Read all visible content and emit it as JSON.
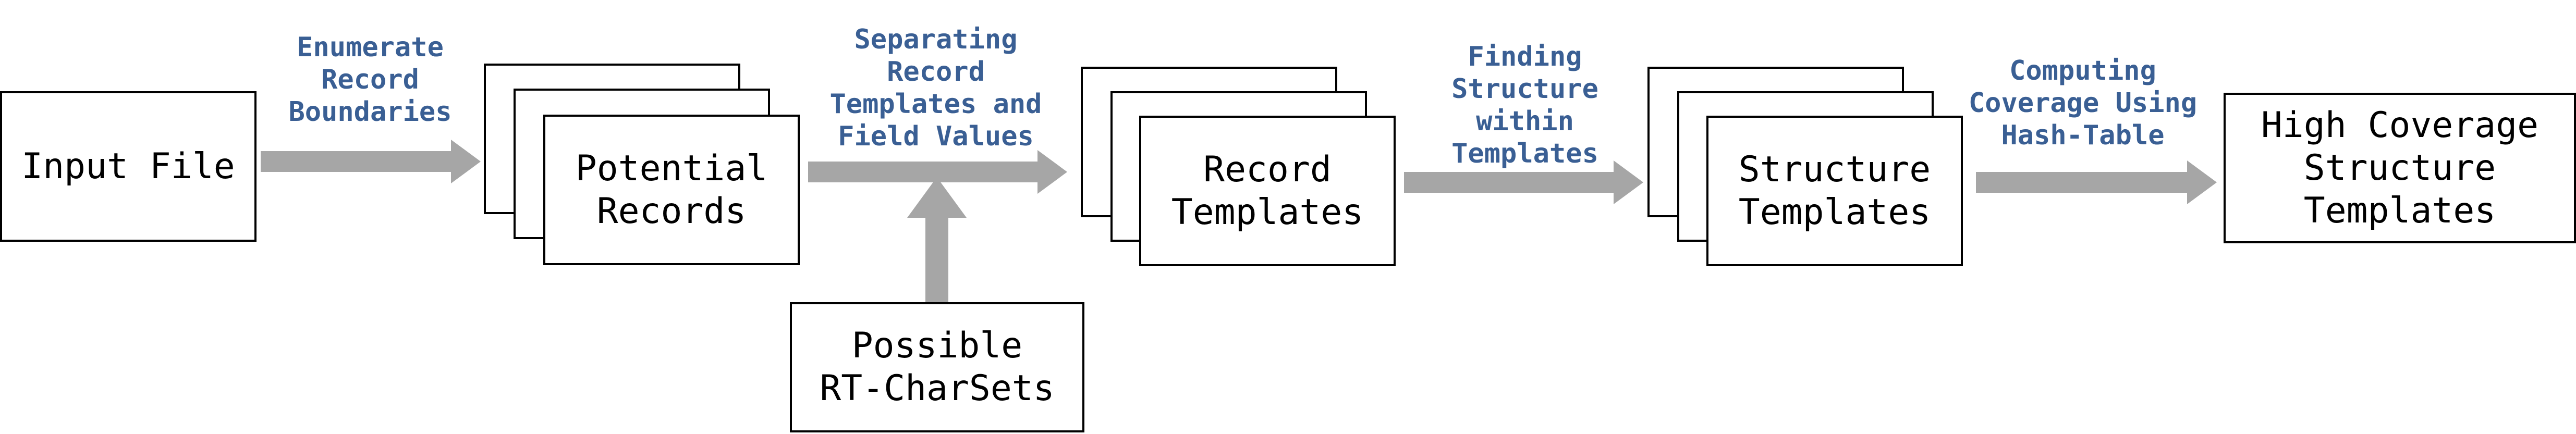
{
  "colors": {
    "arrow": "#a6a6a6",
    "edge_label": "#3a5f94",
    "box_border": "#000000"
  },
  "nodes": {
    "input_file": [
      "Input File"
    ],
    "potential_records": [
      "Potential",
      "Records"
    ],
    "possible_rt_charsets": [
      "Possible",
      "RT-CharSets"
    ],
    "record_templates": [
      "Record",
      "Templates"
    ],
    "structure_templates": [
      "Structure",
      "Templates"
    ],
    "high_coverage": [
      "High Coverage",
      "Structure",
      "Templates"
    ]
  },
  "edges": {
    "enumerate": [
      "Enumerate",
      "Record",
      "Boundaries"
    ],
    "separating": [
      "Separating",
      "Record",
      "Templates and",
      "Field Values"
    ],
    "finding": [
      "Finding",
      "Structure",
      "within",
      "Templates"
    ],
    "computing": [
      "Computing",
      "Coverage Using",
      "Hash-Table"
    ]
  }
}
